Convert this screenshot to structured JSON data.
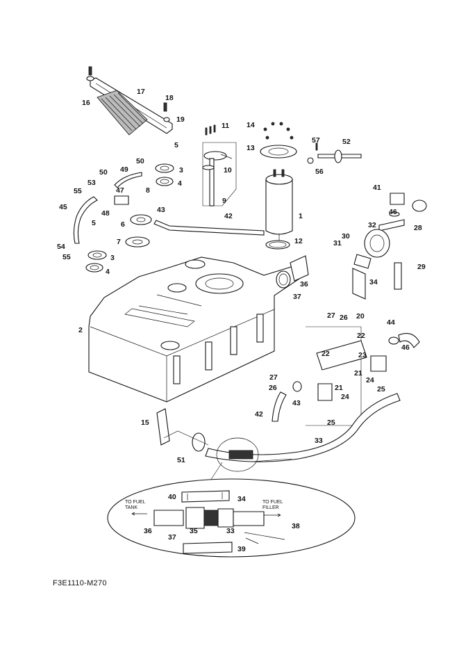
{
  "diagram_code": "F3E1110-M270",
  "detail_labels": {
    "to_fuel_tank": [
      "TO FUEL",
      "TANK"
    ],
    "to_fuel_filler": [
      "TO FUEL",
      "FILLER"
    ]
  },
  "callouts": [
    {
      "id": "c1",
      "text": "1"
    },
    {
      "id": "c2",
      "text": "2"
    },
    {
      "id": "c3a",
      "text": "3"
    },
    {
      "id": "c3b",
      "text": "3"
    },
    {
      "id": "c4a",
      "text": "4"
    },
    {
      "id": "c4b",
      "text": "4"
    },
    {
      "id": "c5a",
      "text": "5"
    },
    {
      "id": "c5b",
      "text": "5"
    },
    {
      "id": "c6",
      "text": "6"
    },
    {
      "id": "c7",
      "text": "7"
    },
    {
      "id": "c8",
      "text": "8"
    },
    {
      "id": "c9",
      "text": "9"
    },
    {
      "id": "c10",
      "text": "10"
    },
    {
      "id": "c11",
      "text": "11"
    },
    {
      "id": "c12",
      "text": "12"
    },
    {
      "id": "c13",
      "text": "13"
    },
    {
      "id": "c14",
      "text": "14"
    },
    {
      "id": "c15",
      "text": "15"
    },
    {
      "id": "c16",
      "text": "16"
    },
    {
      "id": "c17",
      "text": "17"
    },
    {
      "id": "c18",
      "text": "18"
    },
    {
      "id": "c19",
      "text": "19"
    },
    {
      "id": "c20",
      "text": "20"
    },
    {
      "id": "c21a",
      "text": "21"
    },
    {
      "id": "c21b",
      "text": "21"
    },
    {
      "id": "c22a",
      "text": "22"
    },
    {
      "id": "c22b",
      "text": "22"
    },
    {
      "id": "c23",
      "text": "23"
    },
    {
      "id": "c24a",
      "text": "24"
    },
    {
      "id": "c24b",
      "text": "24"
    },
    {
      "id": "c25a",
      "text": "25"
    },
    {
      "id": "c25b",
      "text": "25"
    },
    {
      "id": "c26a",
      "text": "26"
    },
    {
      "id": "c26b",
      "text": "26"
    },
    {
      "id": "c27a",
      "text": "27"
    },
    {
      "id": "c27b",
      "text": "27"
    },
    {
      "id": "c28",
      "text": "28"
    },
    {
      "id": "c29",
      "text": "29"
    },
    {
      "id": "c30",
      "text": "30"
    },
    {
      "id": "c31",
      "text": "31"
    },
    {
      "id": "c32",
      "text": "32"
    },
    {
      "id": "c33a",
      "text": "33"
    },
    {
      "id": "c33b",
      "text": "33"
    },
    {
      "id": "c34a",
      "text": "34"
    },
    {
      "id": "c34b",
      "text": "34"
    },
    {
      "id": "c35",
      "text": "35"
    },
    {
      "id": "c36a",
      "text": "36"
    },
    {
      "id": "c36b",
      "text": "36"
    },
    {
      "id": "c37a",
      "text": "37"
    },
    {
      "id": "c37b",
      "text": "37"
    },
    {
      "id": "c38",
      "text": "38"
    },
    {
      "id": "c39",
      "text": "39"
    },
    {
      "id": "c40",
      "text": "40"
    },
    {
      "id": "c41",
      "text": "41"
    },
    {
      "id": "c42a",
      "text": "42"
    },
    {
      "id": "c42b",
      "text": "42"
    },
    {
      "id": "c43a",
      "text": "43"
    },
    {
      "id": "c43b",
      "text": "43"
    },
    {
      "id": "c44",
      "text": "44"
    },
    {
      "id": "c45",
      "text": "45"
    },
    {
      "id": "c46a",
      "text": "46"
    },
    {
      "id": "c46b",
      "text": "46"
    },
    {
      "id": "c47",
      "text": "47"
    },
    {
      "id": "c48",
      "text": "48"
    },
    {
      "id": "c49",
      "text": "49"
    },
    {
      "id": "c50a",
      "text": "50"
    },
    {
      "id": "c50b",
      "text": "50"
    },
    {
      "id": "c51",
      "text": "51"
    },
    {
      "id": "c52",
      "text": "52"
    },
    {
      "id": "c53",
      "text": "53"
    },
    {
      "id": "c54",
      "text": "54"
    },
    {
      "id": "c55a",
      "text": "55"
    },
    {
      "id": "c55b",
      "text": "55"
    },
    {
      "id": "c56",
      "text": "56"
    },
    {
      "id": "c57",
      "text": "57"
    }
  ]
}
